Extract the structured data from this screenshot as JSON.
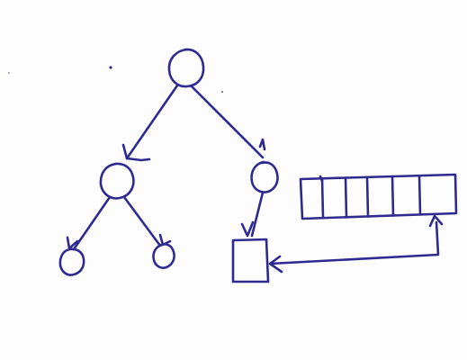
{
  "diagram": {
    "ink_color": "#2e2a8f",
    "background_color": "#fdfdfd",
    "description_nodes": {
      "root": "tree-root-node",
      "left_child": "tree-left-child-node",
      "right_child": "tree-right-child-node",
      "left_left_leaf": "tree-leaf-node",
      "left_right_leaf": "tree-leaf-node",
      "square_leaf": "square-leaf-node"
    },
    "array_cell_count": 6
  }
}
